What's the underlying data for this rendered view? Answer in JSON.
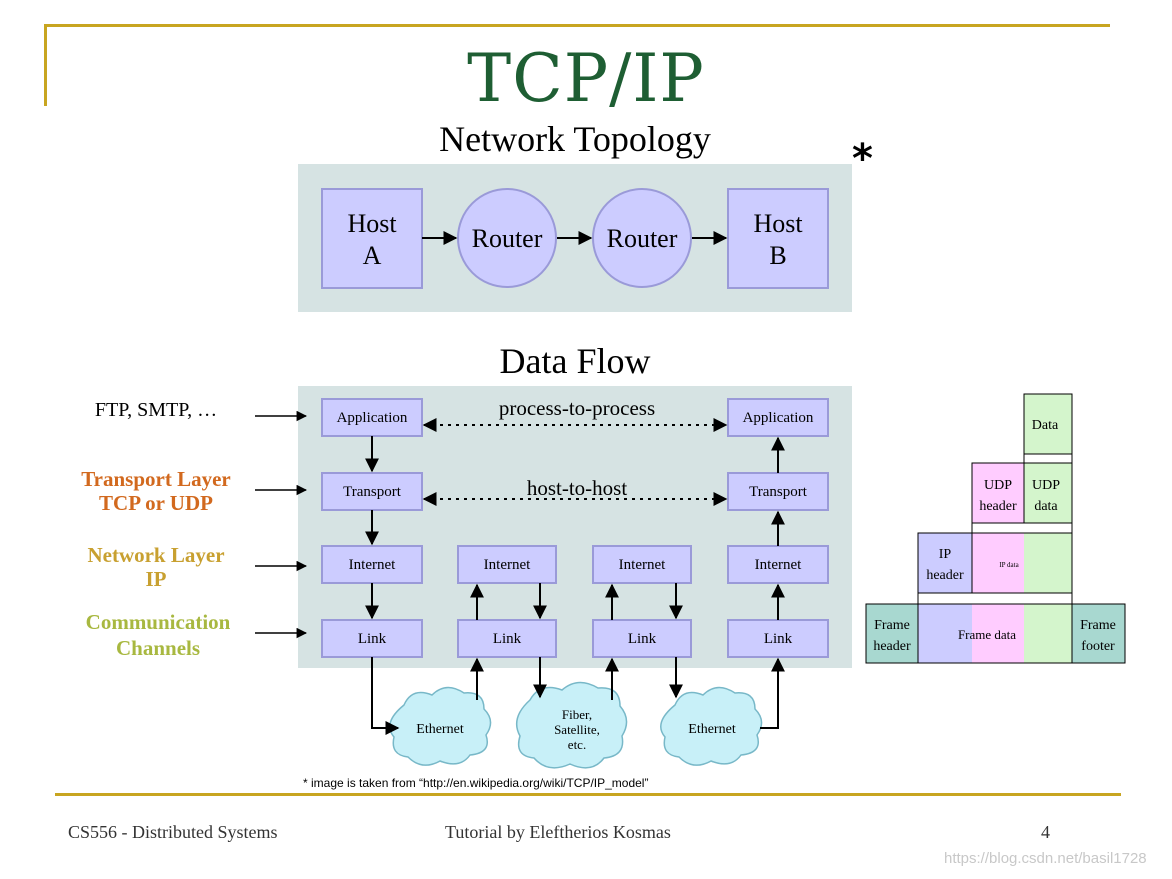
{
  "slide": {
    "title": "TCP/IP",
    "footer_left": "CS556 - Distributed Systems",
    "footer_center": "Tutorial by Eleftherios Kosmas",
    "page_number": "4",
    "watermark": "https://blog.csdn.net/basil1728",
    "credit": "* image is taken from “http://en.wikipedia.org/wiki/TCP/IP_model”",
    "asterisk": "*"
  },
  "topology": {
    "heading": "Network Topology",
    "host_a_line1": "Host",
    "host_a_line2": "A",
    "router1": "Router",
    "router2": "Router",
    "host_b_line1": "Host",
    "host_b_line2": "B"
  },
  "dataflow": {
    "heading": "Data Flow",
    "process_to_process": "process-to-process",
    "host_to_host": "host-to-host",
    "left_application": "Application",
    "left_transport": "Transport",
    "left_internet": "Internet",
    "left_link": "Link",
    "r1_internet": "Internet",
    "r1_link": "Link",
    "r2_internet": "Internet",
    "r2_link": "Link",
    "right_application": "Application",
    "right_transport": "Transport",
    "right_internet": "Internet",
    "right_link": "Link",
    "cloud1": "Ethernet",
    "cloud2_line1": "Fiber,",
    "cloud2_line2": "Satellite,",
    "cloud2_line3": "etc.",
    "cloud3": "Ethernet"
  },
  "side_labels": {
    "app_protocols": "FTP, SMTP, …",
    "transport_line1": "Transport Layer",
    "transport_line2": "TCP or UDP",
    "network_line1": "Network Layer",
    "network_line2": "IP",
    "comm_line1": "Communication",
    "comm_line2": "Channels"
  },
  "encapsulation": {
    "data": "Data",
    "udp_header_line1": "UDP",
    "udp_header_line2": "header",
    "udp_data_line1": "UDP",
    "udp_data_line2": "data",
    "ip_header_line1": "IP",
    "ip_header_line2": "header",
    "ip_data": "IP data",
    "frame_header_line1": "Frame",
    "frame_header_line2": "header",
    "frame_data": "Frame data",
    "frame_footer_line1": "Frame",
    "frame_footer_line2": "footer"
  },
  "colors": {
    "title_green": "#1e5e33",
    "rule_gold": "#c8a520",
    "box_fill": "#ccccff",
    "panel_bg": "#d6e3e3",
    "transport_label": "#d2691e",
    "network_label": "#c8a030",
    "comm_label": "#a8b840",
    "cloud_fill": "#c8f0f8",
    "udp_pink": "#ffccff",
    "data_green": "#d4f5cc",
    "frame_teal": "#a8d8d0"
  }
}
